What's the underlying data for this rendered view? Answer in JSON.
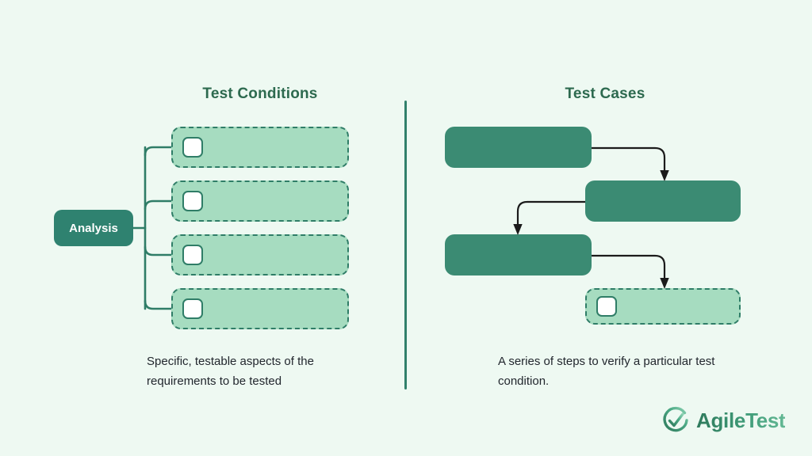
{
  "background_color": "#eef9f2",
  "palette": {
    "title_green": "#2d6a4f",
    "node_teal": "#2f8270",
    "box_teal": "#3b8b73",
    "dashed_fill": "#a6dcc0",
    "dashed_border": "#2f7d67",
    "arrow": "#1b1b1b",
    "divider": "#31806b",
    "caption_text": "#22272e"
  },
  "left_panel": {
    "title": "Test Conditions",
    "root_node": {
      "label": "Analysis"
    },
    "items": [
      {
        "name": "test-condition-1",
        "checkbox": true,
        "label": ""
      },
      {
        "name": "test-condition-2",
        "checkbox": true,
        "label": ""
      },
      {
        "name": "test-condition-3",
        "checkbox": true,
        "label": ""
      },
      {
        "name": "test-condition-4",
        "checkbox": true,
        "label": ""
      }
    ],
    "caption": "Specific, testable aspects of the requirements to be tested"
  },
  "right_panel": {
    "title": "Test Cases",
    "steps": [
      {
        "name": "test-step-1",
        "style": "solid",
        "label": ""
      },
      {
        "name": "test-step-2",
        "style": "solid",
        "label": ""
      },
      {
        "name": "test-step-3",
        "style": "solid",
        "label": ""
      },
      {
        "name": "test-step-4",
        "style": "dashed",
        "checkbox": true,
        "label": ""
      }
    ],
    "caption": "A series of steps to verify a particular test condition."
  },
  "logo": {
    "name": "agiletest-logo",
    "icon": "check-circle-icon",
    "text": "AgileTest"
  }
}
